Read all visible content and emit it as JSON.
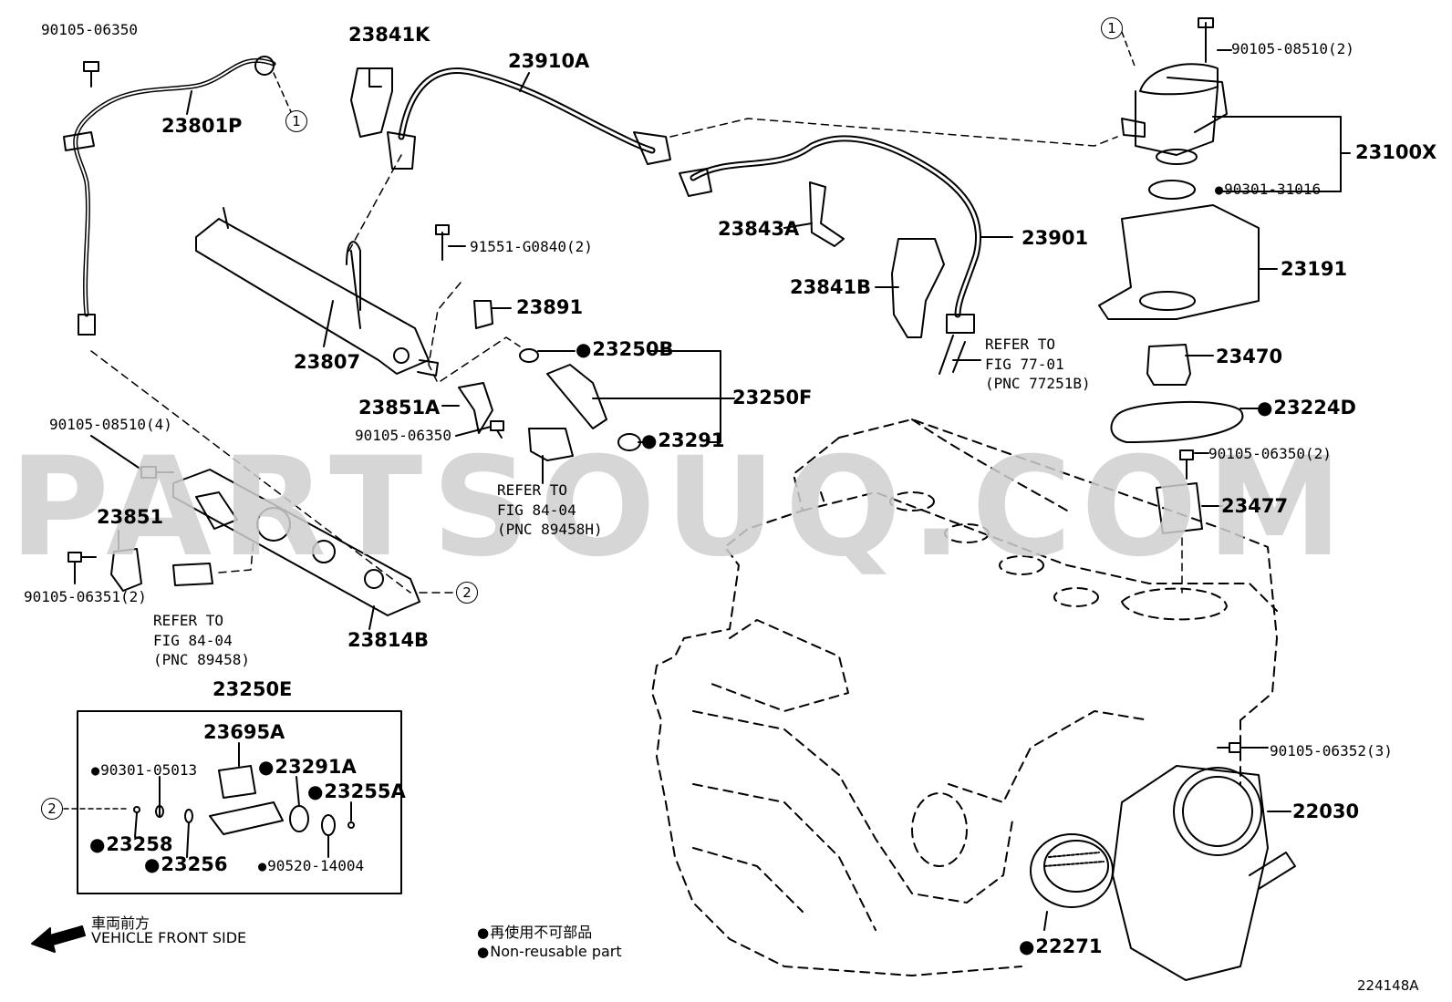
{
  "watermark": "PARTSOUQ.COM",
  "figure_id": "224148A",
  "legend": {
    "nonreusable_jp": "再使用不可部品",
    "nonreusable_en": "Non-reusable part",
    "front_jp": "車両前方",
    "front_en": "VEHICLE FRONT SIDE"
  },
  "circle_refs": {
    "one": "1",
    "two": "2"
  },
  "parts": {
    "p90105_06350_top": "90105-06350",
    "p23841K": "23841K",
    "p23910A": "23910A",
    "p23801P": "23801P",
    "p90105_08510_2": "90105-08510(2)",
    "p23100X": "23100X",
    "p90301_31016": "90301-31016",
    "p23843A": "23843A",
    "p23901": "23901",
    "p23841B": "23841B",
    "p23191": "23191",
    "p91551_G0840": "91551-G0840(2)",
    "p23891": "23891",
    "p23807": "23807",
    "p23250B": "23250B",
    "p23250F": "23250F",
    "p23470": "23470",
    "p23224D": "23224D",
    "p23851A": "23851A",
    "p90105_06350_mid": "90105-06350",
    "p23291": "23291",
    "p90105_06350_2": "90105-06350(2)",
    "p90105_08510_4": "90105-08510(4)",
    "p23477": "23477",
    "p23851": "23851",
    "p90105_06351_2": "90105-06351(2)",
    "p23814B": "23814B",
    "p23250E": "23250E",
    "p23695A": "23695A",
    "p90301_05013": "90301-05013",
    "p23291A": "23291A",
    "p23255A": "23255A",
    "p23258": "23258",
    "p23256": "23256",
    "p90520_14004": "90520-14004",
    "p90105_06352_3": "90105-06352(3)",
    "p22030": "22030",
    "p22271": "22271"
  },
  "refers": {
    "fig77": "REFER TO\nFIG 77-01\n(PNC 77251B)",
    "fig84_a": "REFER TO\nFIG 84-04\n(PNC 89458H)",
    "fig84_b": "REFER TO\nFIG 84-04\n(PNC 89458)"
  }
}
